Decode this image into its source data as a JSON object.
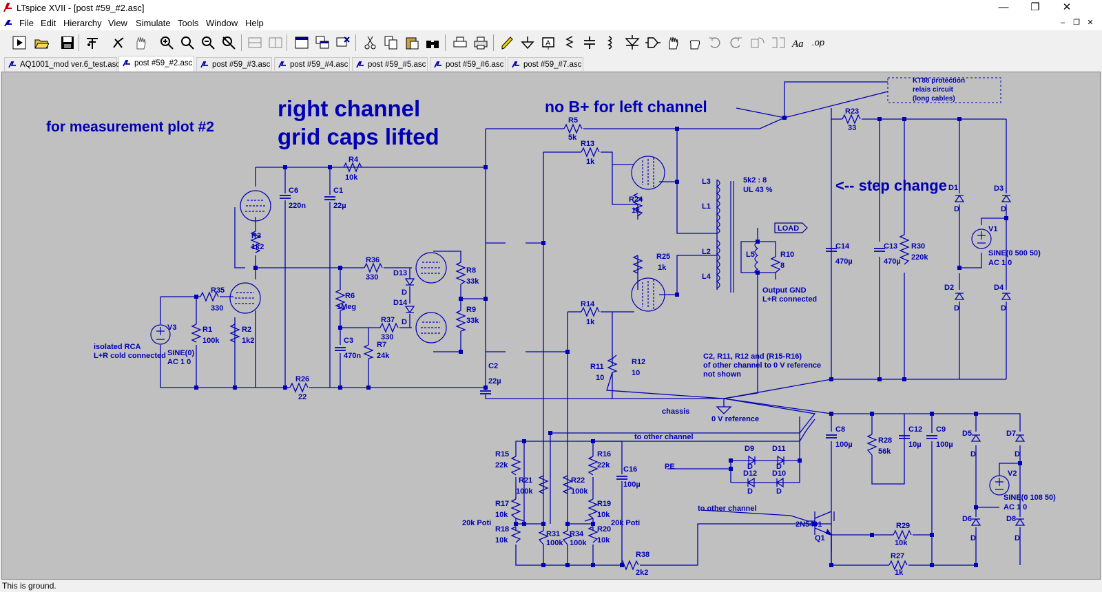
{
  "window": {
    "title": "LTspice XVII - [post #59_#2.asc]",
    "minimize_glyph": "—",
    "restore_glyph": "❐",
    "close_glyph": "✕"
  },
  "menu": {
    "items": [
      "File",
      "Edit",
      "Hierarchy",
      "View",
      "Simulate",
      "Tools",
      "Window",
      "Help"
    ],
    "mdi_min": "–",
    "mdi_restore": "❐",
    "mdi_close": "✕"
  },
  "toolbar": {
    "buttons": [
      "run-icon",
      "open-icon",
      "save-icon",
      "control-panel-icon",
      "halt-icon",
      "pan-hand-icon",
      "zoom-in-icon",
      "zoom-fit-icon",
      "zoom-out-icon",
      "zoom-cancel-icon",
      "tile-h-icon",
      "tile-v-icon",
      "window-icon",
      "cascade-icon",
      "close-all-icon",
      "cut-icon",
      "copy-icon",
      "paste-icon",
      "find-icon",
      "print-setup-icon",
      "print-icon",
      "draw-wire-icon",
      "ground-icon",
      "label-net-icon",
      "resistor-icon",
      "capacitor-icon",
      "inductor-icon",
      "diode-icon",
      "component-icon",
      "move-icon",
      "drag-icon",
      "undo-icon",
      "redo-icon",
      "rotate-icon",
      "mirror-icon",
      "text-icon",
      "spice-directive-icon"
    ],
    "text_label": "Aa",
    "op_label": ".op"
  },
  "tabs": [
    "AQ1001_mod ver.6_test.asc",
    "post #59_#2.asc",
    "post #59_#3.asc",
    "post #59_#4.asc",
    "post #59_#5.asc",
    "post #59_#6.asc",
    "post #59_#7.asc"
  ],
  "active_tab": 1,
  "schematic": {
    "annotations": {
      "plot": "for measurement plot #2",
      "right_channel": "right channel",
      "grid_caps": "grid caps lifted",
      "no_bplus": "no B+ for left channel",
      "kt88_1": "KT88 protection",
      "kt88_2": "relais circuit",
      "kt88_3": "(long cables)",
      "step_change": "<-- step change",
      "ratio_1": "5k2 : 8",
      "ratio_2": "UL 43 %",
      "output_gnd_1": "Output GND",
      "output_gnd_2": "L+R connected",
      "isolated_1": "isolated RCA",
      "isolated_2": "L+R cold connected",
      "note_1": "C2, R11, R12 and (R15-R16)",
      "note_2": "of other channel to 0 V reference",
      "note_3": "not shown",
      "chassis": "chassis",
      "zero_v": "0 V reference",
      "other_ch_1": "to other channel",
      "other_ch_2": "to other channel",
      "pe": "PE",
      "poti_1": "20k Poti",
      "poti_2": "20k Poti",
      "load": "LOAD"
    },
    "components": {
      "R4": [
        "R4",
        "10k"
      ],
      "C6": [
        "C6",
        "220n"
      ],
      "C1": [
        "C1",
        "22µ"
      ],
      "R3": [
        "R3",
        "1k2"
      ],
      "R35": [
        "R35",
        "330"
      ],
      "R1": [
        "R1",
        "100k"
      ],
      "R2": [
        "R2",
        "1k2"
      ],
      "V3": [
        "V3",
        "SINE(0)",
        "AC 1 0"
      ],
      "R26": [
        "R26",
        "22"
      ],
      "R36": [
        "R36",
        "330"
      ],
      "R6": [
        "R6",
        "1Meg"
      ],
      "R37": [
        "R37",
        "330"
      ],
      "C3": [
        "C3",
        "470n"
      ],
      "R7": [
        "R7",
        "24k"
      ],
      "D13": [
        "D13",
        "D"
      ],
      "D14": [
        "D14",
        "D"
      ],
      "R8": [
        "R8",
        "33k"
      ],
      "R9": [
        "R9",
        "33k"
      ],
      "C2": [
        "C2",
        "22µ"
      ],
      "R5": [
        "R5",
        "5k"
      ],
      "R13": [
        "R13",
        "1k"
      ],
      "R24": [
        "R24",
        "1k"
      ],
      "R25": [
        "R25",
        "1k"
      ],
      "R14": [
        "R14",
        "1k"
      ],
      "R11": [
        "R11",
        "10"
      ],
      "R12": [
        "R12",
        "10"
      ],
      "L1": "L1",
      "L2": "L2",
      "L3": "L3",
      "L4": "L4",
      "L5": "L5",
      "R10": [
        "R10",
        "8"
      ],
      "R23": [
        "R23",
        "33"
      ],
      "C14": [
        "C14",
        "470µ"
      ],
      "C13": [
        "C13",
        "470µ"
      ],
      "R30": [
        "R30",
        "220k"
      ],
      "V1": [
        "V1",
        "SINE(0 500 50)",
        "AC 1 0"
      ],
      "D1": [
        "D1",
        "D"
      ],
      "D2": [
        "D2",
        "D"
      ],
      "D3": [
        "D3",
        "D"
      ],
      "D4": [
        "D4",
        "D"
      ],
      "R15": [
        "R15",
        "22k"
      ],
      "R21": [
        "R21",
        "100k"
      ],
      "R17": [
        "R17",
        "10k"
      ],
      "R18": [
        "R18",
        "10k"
      ],
      "R31": [
        "R31",
        "100k"
      ],
      "R34": [
        "R34",
        "100k"
      ],
      "R22": [
        "R22",
        "100k"
      ],
      "R16": [
        "R16",
        "22k"
      ],
      "R19": [
        "R19",
        "10k"
      ],
      "R20": [
        "R20",
        "10k"
      ],
      "C16": [
        "C16",
        "100µ"
      ],
      "R38": [
        "R38",
        "2k2"
      ],
      "D9": [
        "D9",
        "D"
      ],
      "D11": [
        "D11",
        "D"
      ],
      "D12": [
        "D12",
        "D"
      ],
      "D10": [
        "D10",
        "D"
      ],
      "C8": [
        "C8",
        "100µ"
      ],
      "R28": [
        "R28",
        "56k"
      ],
      "C12": [
        "C12",
        "10µ"
      ],
      "C9": [
        "C9",
        "100µ"
      ],
      "Q1": [
        "2N5401",
        "Q1"
      ],
      "R29": [
        "R29",
        "10k"
      ],
      "R27": [
        "R27",
        "1k"
      ],
      "D5": [
        "D5",
        "D"
      ],
      "D6": [
        "D6",
        "D"
      ],
      "D7": [
        "D7",
        "D"
      ],
      "D8": [
        "D8",
        "D"
      ],
      "V2": [
        "V2",
        "SINE(0 108 50)",
        "AC 1 0"
      ]
    }
  },
  "status": {
    "text": "This is ground."
  },
  "colors": {
    "wire": "#0000b4",
    "canvas": "#c0c0c0",
    "symbol": "#0000b4",
    "net_box": "#000080"
  }
}
